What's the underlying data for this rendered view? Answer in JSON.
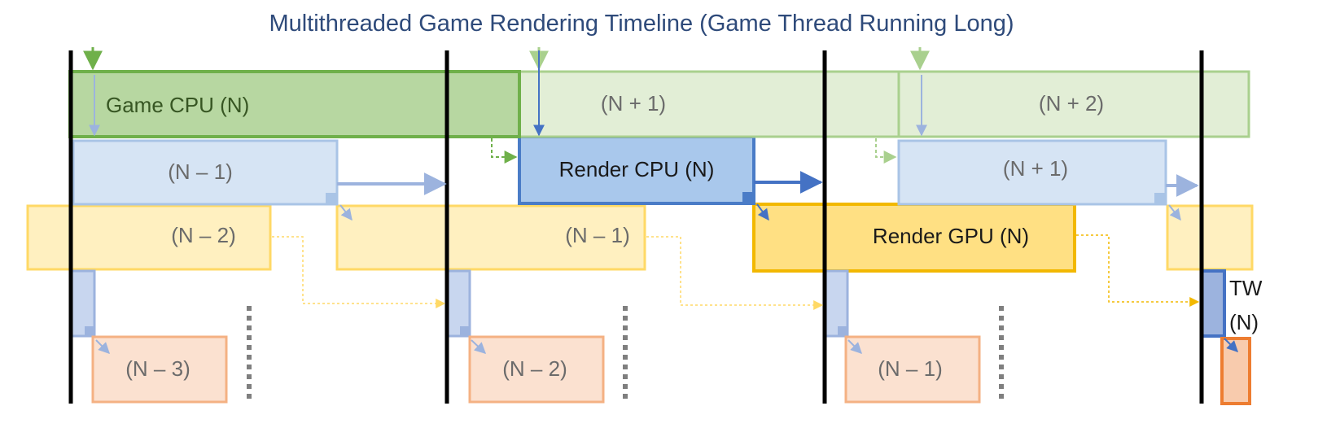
{
  "title": "Multithreaded Game Rendering Timeline (Game Thread Running Long)",
  "colors": {
    "game_fill": "#b7d7a1",
    "game_fill_light": "#e2eed6",
    "game_stroke": "#6fb04a",
    "game_stroke_light": "#a9d08e",
    "render_cpu_fill": "#a9c8ec",
    "render_cpu_fill_light": "#d6e4f4",
    "render_cpu_stroke": "#4a7cc7",
    "render_cpu_stroke_light": "#a9c4e6",
    "gpu_fill": "#ffe083",
    "gpu_fill_light": "#fff0c0",
    "gpu_stroke": "#f2b800",
    "gpu_stroke_light": "#ffd966",
    "tw_fill": "#c8d6ef",
    "tw_stroke": "#9cb3de",
    "display_fill": "#f8cbad",
    "display_fill_light": "#fbe1d0",
    "display_stroke": "#ed7d31",
    "display_stroke_light": "#f4b183",
    "vsync": "#000000"
  },
  "rows": {
    "game_cpu": {
      "current": "Game CPU (N)",
      "next": "(N + 1)",
      "next2": "(N + 2)"
    },
    "render_cpu": {
      "prev": "(N – 1)",
      "current": "Render CPU (N)",
      "next": "(N + 1)"
    },
    "render_gpu": {
      "prev2": "(N – 2)",
      "prev": "(N – 1)",
      "current": "Render GPU (N)"
    },
    "timewarp": {
      "label_line1": "TW",
      "label_line2": "(N)"
    },
    "display": {
      "prev3": "(N – 3)",
      "prev2": "(N – 2)",
      "prev": "(N – 1)"
    }
  }
}
